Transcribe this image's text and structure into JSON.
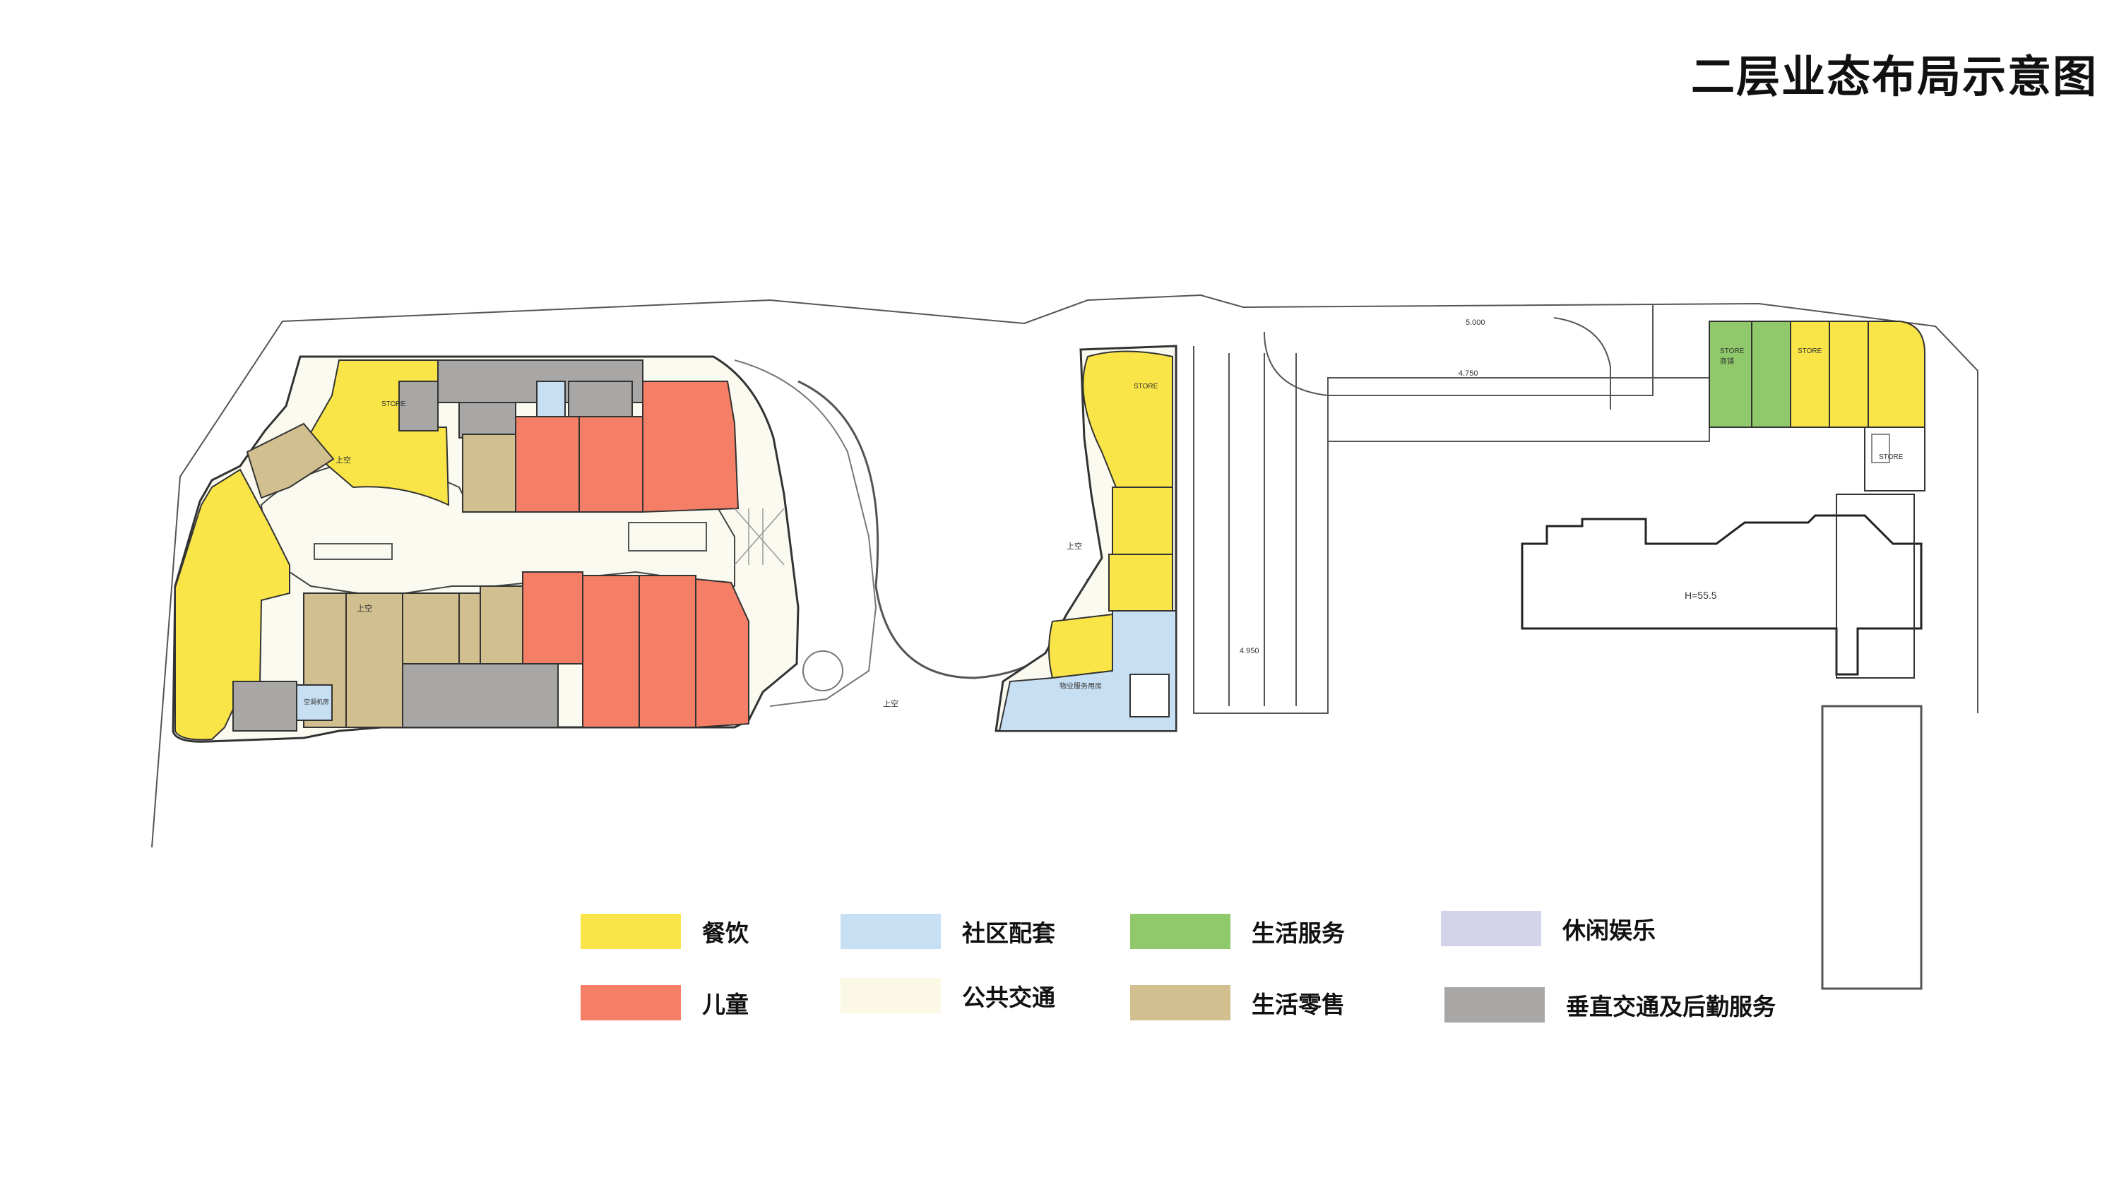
{
  "title": "二层业态布局示意图",
  "colors": {
    "food": "#f9e547",
    "kids": "#f57f66",
    "community": "#c7dff2",
    "public": "#fbf8e5",
    "life_service": "#8fc96b",
    "life_retail": "#d1bf90",
    "leisure": "#d3d3ea",
    "vertical": "#a9a7a6",
    "line": "#3a3a3a"
  },
  "legend": [
    {
      "key": "food",
      "label": "餐饮",
      "color": "#f9e547"
    },
    {
      "key": "kids",
      "label": "儿童",
      "color": "#f57f66"
    },
    {
      "key": "community",
      "label": "社区配套",
      "color": "#c7dff2"
    },
    {
      "key": "public",
      "label": "公共交通",
      "color": "#fbf8e5"
    },
    {
      "key": "life_service",
      "label": "生活服务",
      "color": "#8fc96b"
    },
    {
      "key": "life_retail",
      "label": "生活零售",
      "color": "#d1bf90"
    },
    {
      "key": "leisure",
      "label": "休闲娱乐",
      "color": "#d3d3ea"
    },
    {
      "key": "vertical",
      "label": "垂直交通及后勤服务",
      "color": "#a9a7a6"
    }
  ],
  "plan_labels": {
    "store": "STORE",
    "shop": "商铺",
    "up": "上空",
    "h_mark": "H=55.5",
    "elev_5000": "5.000",
    "elev_4750": "4.750",
    "elev_4950": "4.950",
    "property_office": "物业服务用房",
    "ac_room": "空调机房"
  }
}
